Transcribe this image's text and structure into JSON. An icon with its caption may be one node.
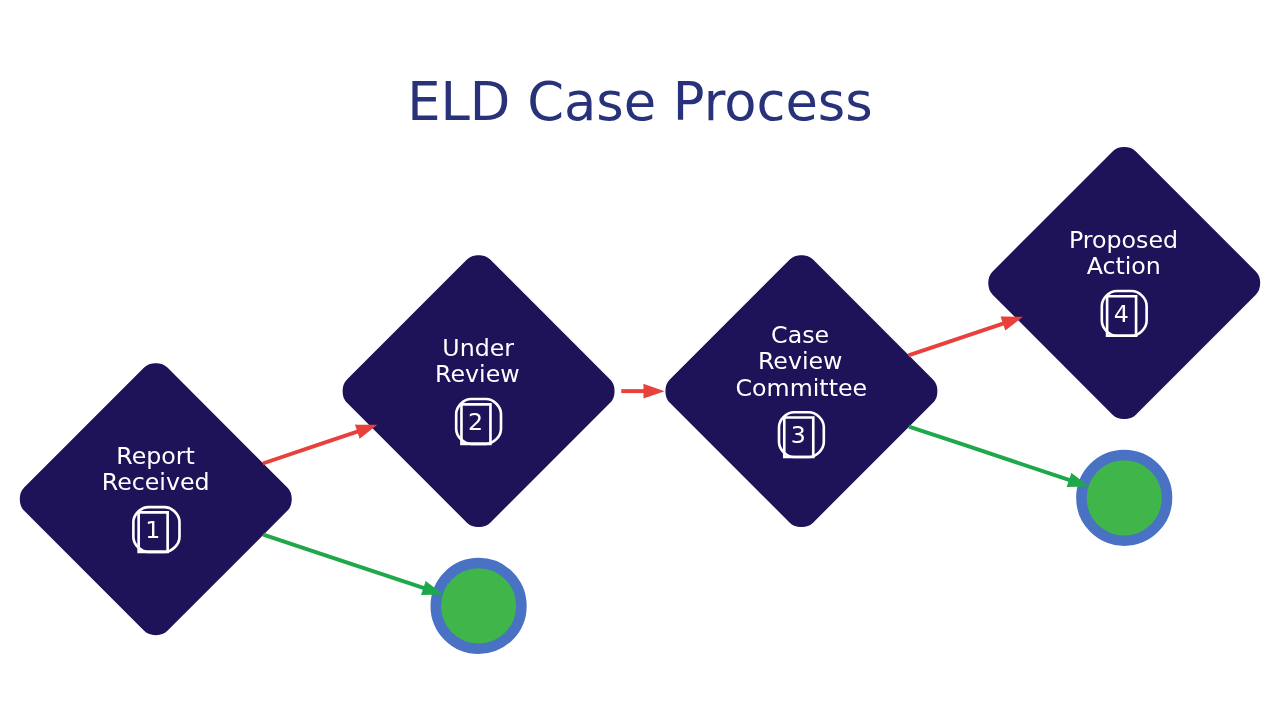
{
  "diagram": {
    "title": "ELD Case Process",
    "nodes": [
      {
        "text": [
          "Report Received",
          "1"
        ]
      },
      {
        "text": [
          "Under Review",
          "2"
        ]
      },
      {
        "text": [
          "Case Review Committee",
          "3"
        ]
      },
      {
        "text": [
          "Proposed Action",
          "4"
        ]
      },
      {
        "text": [],
        "shape": "circle"
      },
      {
        "text": [],
        "shape": "circle"
      }
    ],
    "edges": [
      {
        "from": 0,
        "to": 1,
        "arrow": "to"
      },
      {
        "from": 1,
        "to": 2,
        "arrow": "to"
      },
      {
        "from": 2,
        "to": 3,
        "arrow": "to"
      },
      {
        "from": 2,
        "to": 4,
        "arrow": "to",
        "color": "#1ea84b"
      },
      {
        "from": 0,
        "to": 5,
        "arrow": "to",
        "color": "#1ea84b"
      }
    ]
  }
}
